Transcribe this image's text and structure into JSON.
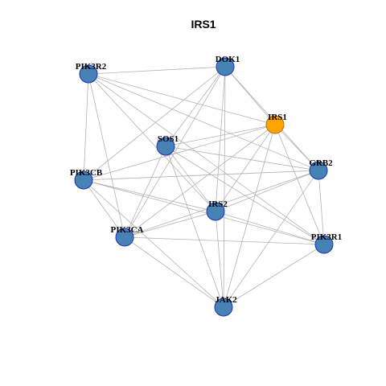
{
  "title": "IRS1",
  "colors": {
    "node_fill": "#4682b4",
    "node_border": "#1f2fbf",
    "focus_fill": "#ffa500",
    "focus_border": "#b36b00",
    "edge": "#b3b3b3"
  },
  "focus_node": "IRS1",
  "nodes": [
    {
      "id": "PIK3R2",
      "label": "PIK3R2"
    },
    {
      "id": "DOK1",
      "label": "DOK1"
    },
    {
      "id": "IRS1",
      "label": "IRS1"
    },
    {
      "id": "SOS1",
      "label": "SOS1"
    },
    {
      "id": "GRB2",
      "label": "GRB2"
    },
    {
      "id": "PIK3CB",
      "label": "PIK3CB"
    },
    {
      "id": "IRS2",
      "label": "IRS2"
    },
    {
      "id": "PIK3CA",
      "label": "PIK3CA"
    },
    {
      "id": "PIK3R1",
      "label": "PIK3R1"
    },
    {
      "id": "JAK2",
      "label": "JAK2"
    }
  ],
  "edges": [
    [
      "PIK3R2",
      "DOK1"
    ],
    [
      "PIK3R2",
      "IRS1"
    ],
    [
      "PIK3R2",
      "GRB2"
    ],
    [
      "PIK3R2",
      "PIK3CB"
    ],
    [
      "PIK3R2",
      "IRS2"
    ],
    [
      "PIK3R2",
      "PIK3CA"
    ],
    [
      "PIK3R2",
      "PIK3R1"
    ],
    [
      "DOK1",
      "IRS1"
    ],
    [
      "DOK1",
      "SOS1"
    ],
    [
      "DOK1",
      "GRB2"
    ],
    [
      "DOK1",
      "PIK3CB"
    ],
    [
      "DOK1",
      "IRS2"
    ],
    [
      "DOK1",
      "PIK3CA"
    ],
    [
      "DOK1",
      "JAK2"
    ],
    [
      "IRS1",
      "SOS1"
    ],
    [
      "IRS1",
      "GRB2"
    ],
    [
      "IRS1",
      "PIK3CB"
    ],
    [
      "IRS1",
      "IRS2"
    ],
    [
      "IRS1",
      "PIK3CA"
    ],
    [
      "IRS1",
      "PIK3R1"
    ],
    [
      "IRS1",
      "JAK2"
    ],
    [
      "SOS1",
      "GRB2"
    ],
    [
      "SOS1",
      "IRS2"
    ],
    [
      "SOS1",
      "PIK3CA"
    ],
    [
      "SOS1",
      "PIK3R1"
    ],
    [
      "SOS1",
      "JAK2"
    ],
    [
      "GRB2",
      "PIK3CB"
    ],
    [
      "GRB2",
      "IRS2"
    ],
    [
      "GRB2",
      "PIK3CA"
    ],
    [
      "GRB2",
      "PIK3R1"
    ],
    [
      "GRB2",
      "JAK2"
    ],
    [
      "PIK3CB",
      "IRS2"
    ],
    [
      "PIK3CB",
      "PIK3CA"
    ],
    [
      "PIK3CB",
      "PIK3R1"
    ],
    [
      "PIK3CB",
      "JAK2"
    ],
    [
      "IRS2",
      "PIK3CA"
    ],
    [
      "IRS2",
      "PIK3R1"
    ],
    [
      "IRS2",
      "JAK2"
    ],
    [
      "PIK3CA",
      "PIK3R1"
    ],
    [
      "PIK3CA",
      "JAK2"
    ],
    [
      "PIK3R1",
      "JAK2"
    ]
  ]
}
